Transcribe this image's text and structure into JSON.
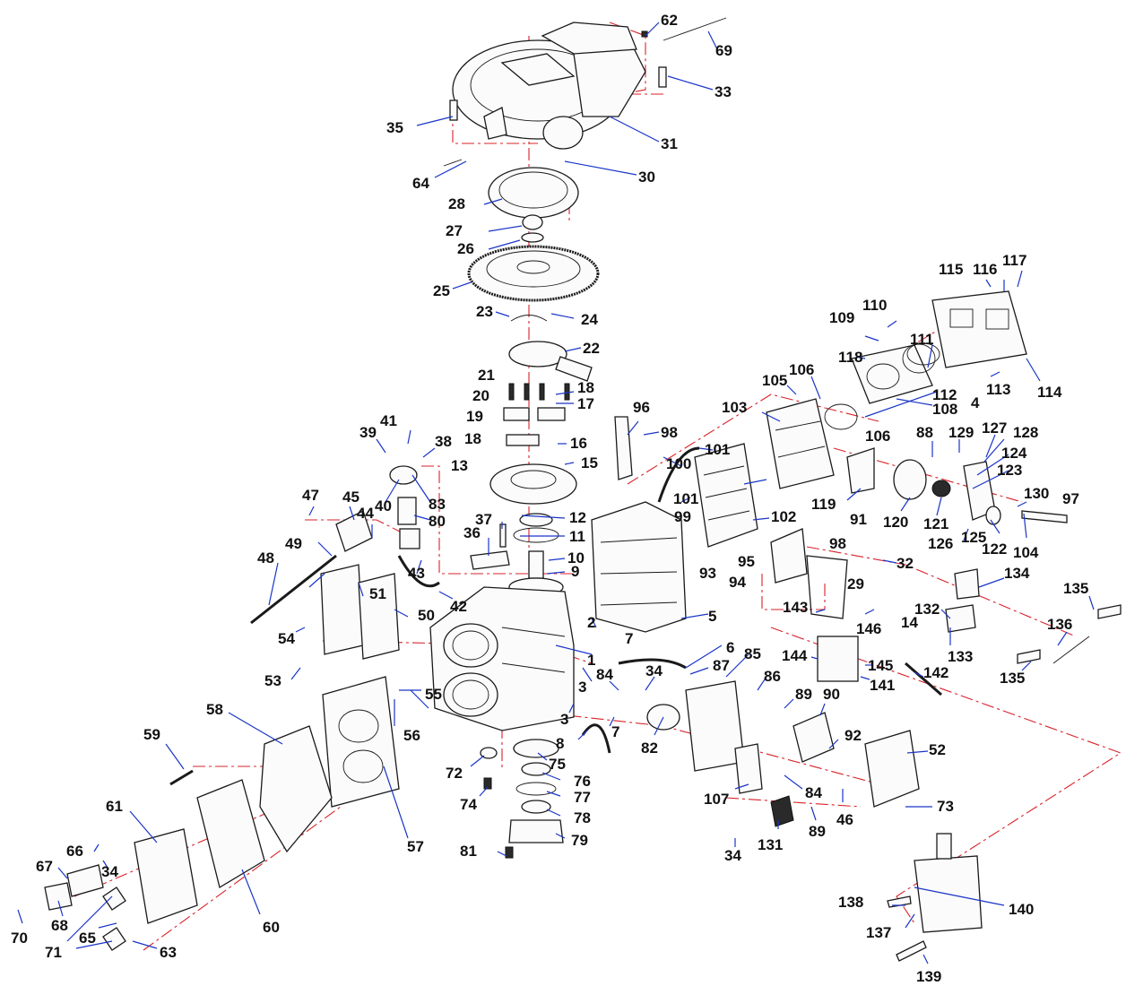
{
  "diagram": {
    "type": "exploded-parts-diagram",
    "colors": {
      "parts": "#1a1a1a",
      "leader_lines": "#1a35c8",
      "assembly_axes": "#d8232a",
      "background": "#ffffff"
    },
    "callouts": [
      {
        "id": "c1",
        "text": "1"
      },
      {
        "id": "c2",
        "text": "2"
      },
      {
        "id": "c3",
        "text": "3"
      },
      {
        "id": "c3b",
        "text": "3"
      },
      {
        "id": "c4",
        "text": "4"
      },
      {
        "id": "c5",
        "text": "5"
      },
      {
        "id": "c6",
        "text": "6"
      },
      {
        "id": "c7",
        "text": "7"
      },
      {
        "id": "c7b",
        "text": "7"
      },
      {
        "id": "c8",
        "text": "8"
      },
      {
        "id": "c9",
        "text": "9"
      },
      {
        "id": "c10",
        "text": "10"
      },
      {
        "id": "c11",
        "text": "11"
      },
      {
        "id": "c12",
        "text": "12"
      },
      {
        "id": "c13",
        "text": "13"
      },
      {
        "id": "c14",
        "text": "14"
      },
      {
        "id": "c15",
        "text": "15"
      },
      {
        "id": "c16",
        "text": "16"
      },
      {
        "id": "c17",
        "text": "17"
      },
      {
        "id": "c18",
        "text": "18"
      },
      {
        "id": "c18b",
        "text": "18"
      },
      {
        "id": "c19",
        "text": "19"
      },
      {
        "id": "c20",
        "text": "20"
      },
      {
        "id": "c21",
        "text": "21"
      },
      {
        "id": "c22",
        "text": "22"
      },
      {
        "id": "c23",
        "text": "23"
      },
      {
        "id": "c24",
        "text": "24"
      },
      {
        "id": "c25",
        "text": "25"
      },
      {
        "id": "c26",
        "text": "26"
      },
      {
        "id": "c27",
        "text": "27"
      },
      {
        "id": "c28",
        "text": "28"
      },
      {
        "id": "c29",
        "text": "29"
      },
      {
        "id": "c30",
        "text": "30"
      },
      {
        "id": "c31",
        "text": "31"
      },
      {
        "id": "c32",
        "text": "32"
      },
      {
        "id": "c33",
        "text": "33"
      },
      {
        "id": "c34",
        "text": "34"
      },
      {
        "id": "c34b",
        "text": "34"
      },
      {
        "id": "c34c",
        "text": "34"
      },
      {
        "id": "c35",
        "text": "35"
      },
      {
        "id": "c36",
        "text": "36"
      },
      {
        "id": "c37",
        "text": "37"
      },
      {
        "id": "c38",
        "text": "38"
      },
      {
        "id": "c39",
        "text": "39"
      },
      {
        "id": "c40",
        "text": "40"
      },
      {
        "id": "c41",
        "text": "41"
      },
      {
        "id": "c42",
        "text": "42"
      },
      {
        "id": "c43",
        "text": "43"
      },
      {
        "id": "c44",
        "text": "44"
      },
      {
        "id": "c45",
        "text": "45"
      },
      {
        "id": "c46",
        "text": "46"
      },
      {
        "id": "c47",
        "text": "47"
      },
      {
        "id": "c48",
        "text": "48"
      },
      {
        "id": "c49",
        "text": "49"
      },
      {
        "id": "c50",
        "text": "50"
      },
      {
        "id": "c51",
        "text": "51"
      },
      {
        "id": "c52",
        "text": "52"
      },
      {
        "id": "c53",
        "text": "53"
      },
      {
        "id": "c54",
        "text": "54"
      },
      {
        "id": "c55",
        "text": "55"
      },
      {
        "id": "c56",
        "text": "56"
      },
      {
        "id": "c57",
        "text": "57"
      },
      {
        "id": "c58",
        "text": "58"
      },
      {
        "id": "c59",
        "text": "59"
      },
      {
        "id": "c60",
        "text": "60"
      },
      {
        "id": "c61",
        "text": "61"
      },
      {
        "id": "c62",
        "text": "62"
      },
      {
        "id": "c63",
        "text": "63"
      },
      {
        "id": "c64",
        "text": "64"
      },
      {
        "id": "c65",
        "text": "65"
      },
      {
        "id": "c66",
        "text": "66"
      },
      {
        "id": "c67",
        "text": "67"
      },
      {
        "id": "c68",
        "text": "68"
      },
      {
        "id": "c69",
        "text": "69"
      },
      {
        "id": "c70",
        "text": "70"
      },
      {
        "id": "c71",
        "text": "71"
      },
      {
        "id": "c72",
        "text": "72"
      },
      {
        "id": "c73",
        "text": "73"
      },
      {
        "id": "c74",
        "text": "74"
      },
      {
        "id": "c75",
        "text": "75"
      },
      {
        "id": "c76",
        "text": "76"
      },
      {
        "id": "c77",
        "text": "77"
      },
      {
        "id": "c78",
        "text": "78"
      },
      {
        "id": "c79",
        "text": "79"
      },
      {
        "id": "c80",
        "text": "80"
      },
      {
        "id": "c81",
        "text": "81"
      },
      {
        "id": "c82",
        "text": "82"
      },
      {
        "id": "c83",
        "text": "83"
      },
      {
        "id": "c84",
        "text": "84"
      },
      {
        "id": "c84b",
        "text": "84"
      },
      {
        "id": "c85",
        "text": "85"
      },
      {
        "id": "c86",
        "text": "86"
      },
      {
        "id": "c87",
        "text": "87"
      },
      {
        "id": "c88",
        "text": "88"
      },
      {
        "id": "c89",
        "text": "89"
      },
      {
        "id": "c89b",
        "text": "89"
      },
      {
        "id": "c90",
        "text": "90"
      },
      {
        "id": "c91",
        "text": "91"
      },
      {
        "id": "c92",
        "text": "92"
      },
      {
        "id": "c93",
        "text": "93"
      },
      {
        "id": "c94",
        "text": "94"
      },
      {
        "id": "c95",
        "text": "95"
      },
      {
        "id": "c96",
        "text": "96"
      },
      {
        "id": "c97",
        "text": "97"
      },
      {
        "id": "c98",
        "text": "98"
      },
      {
        "id": "c98b",
        "text": "98"
      },
      {
        "id": "c99",
        "text": "99"
      },
      {
        "id": "c100",
        "text": "100"
      },
      {
        "id": "c101",
        "text": "101"
      },
      {
        "id": "c101b",
        "text": "101"
      },
      {
        "id": "c102",
        "text": "102"
      },
      {
        "id": "c103",
        "text": "103"
      },
      {
        "id": "c104",
        "text": "104"
      },
      {
        "id": "c105",
        "text": "105"
      },
      {
        "id": "c106",
        "text": "106"
      },
      {
        "id": "c106b",
        "text": "106"
      },
      {
        "id": "c107",
        "text": "107"
      },
      {
        "id": "c108",
        "text": "108"
      },
      {
        "id": "c109",
        "text": "109"
      },
      {
        "id": "c110",
        "text": "110"
      },
      {
        "id": "c111",
        "text": "111"
      },
      {
        "id": "c112",
        "text": "112"
      },
      {
        "id": "c113",
        "text": "113"
      },
      {
        "id": "c114",
        "text": "114"
      },
      {
        "id": "c115",
        "text": "115"
      },
      {
        "id": "c116",
        "text": "116"
      },
      {
        "id": "c117",
        "text": "117"
      },
      {
        "id": "c118",
        "text": "118"
      },
      {
        "id": "c119",
        "text": "119"
      },
      {
        "id": "c120",
        "text": "120"
      },
      {
        "id": "c121",
        "text": "121"
      },
      {
        "id": "c122",
        "text": "122"
      },
      {
        "id": "c123",
        "text": "123"
      },
      {
        "id": "c124",
        "text": "124"
      },
      {
        "id": "c125",
        "text": "125"
      },
      {
        "id": "c126",
        "text": "126"
      },
      {
        "id": "c127",
        "text": "127"
      },
      {
        "id": "c128",
        "text": "128"
      },
      {
        "id": "c129",
        "text": "129"
      },
      {
        "id": "c130",
        "text": "130"
      },
      {
        "id": "c131",
        "text": "131"
      },
      {
        "id": "c132",
        "text": "132"
      },
      {
        "id": "c133",
        "text": "133"
      },
      {
        "id": "c134",
        "text": "134"
      },
      {
        "id": "c135",
        "text": "135"
      },
      {
        "id": "c135b",
        "text": "135"
      },
      {
        "id": "c136",
        "text": "136"
      },
      {
        "id": "c137",
        "text": "137"
      },
      {
        "id": "c138",
        "text": "138"
      },
      {
        "id": "c139",
        "text": "139"
      },
      {
        "id": "c140",
        "text": "140"
      },
      {
        "id": "c141",
        "text": "141"
      },
      {
        "id": "c142",
        "text": "142"
      },
      {
        "id": "c143",
        "text": "143"
      },
      {
        "id": "c144",
        "text": "144"
      },
      {
        "id": "c145",
        "text": "145"
      },
      {
        "id": "c146",
        "text": "146"
      }
    ]
  }
}
